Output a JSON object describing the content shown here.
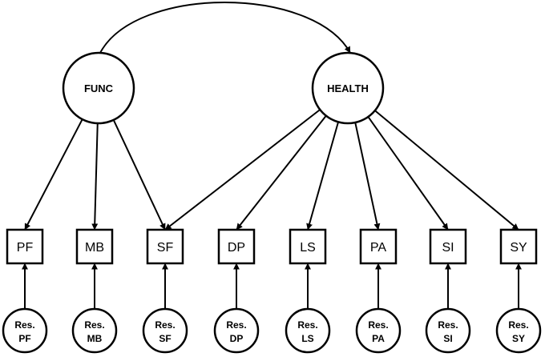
{
  "latent": [
    {
      "id": "func",
      "label": "FUNC"
    },
    {
      "id": "health",
      "label": "HEALTH"
    }
  ],
  "observed": [
    {
      "id": "pf",
      "label": "PF"
    },
    {
      "id": "mb",
      "label": "MB"
    },
    {
      "id": "sf",
      "label": "SF"
    },
    {
      "id": "dp",
      "label": "DP"
    },
    {
      "id": "ls",
      "label": "LS"
    },
    {
      "id": "pa",
      "label": "PA"
    },
    {
      "id": "si",
      "label": "SI"
    },
    {
      "id": "sy",
      "label": "SY"
    }
  ],
  "residuals": [
    {
      "id": "res-pf",
      "line1": "Res.",
      "line2": "PF"
    },
    {
      "id": "res-mb",
      "line1": "Res.",
      "line2": "MB"
    },
    {
      "id": "res-sf",
      "line1": "Res.",
      "line2": "SF"
    },
    {
      "id": "res-dp",
      "line1": "Res.",
      "line2": "DP"
    },
    {
      "id": "res-ls",
      "line1": "Res.",
      "line2": "LS"
    },
    {
      "id": "res-pa",
      "line1": "Res.",
      "line2": "PA"
    },
    {
      "id": "res-si",
      "line1": "Res.",
      "line2": "SI"
    },
    {
      "id": "res-sy",
      "line1": "Res.",
      "line2": "SY"
    }
  ],
  "loadings": [
    {
      "from": "func",
      "to": "pf"
    },
    {
      "from": "func",
      "to": "mb"
    },
    {
      "from": "func",
      "to": "sf"
    },
    {
      "from": "health",
      "to": "sf"
    },
    {
      "from": "health",
      "to": "dp"
    },
    {
      "from": "health",
      "to": "ls"
    },
    {
      "from": "health",
      "to": "pa"
    },
    {
      "from": "health",
      "to": "si"
    },
    {
      "from": "health",
      "to": "sy"
    }
  ],
  "covariance": {
    "between": [
      "func",
      "health"
    ]
  }
}
